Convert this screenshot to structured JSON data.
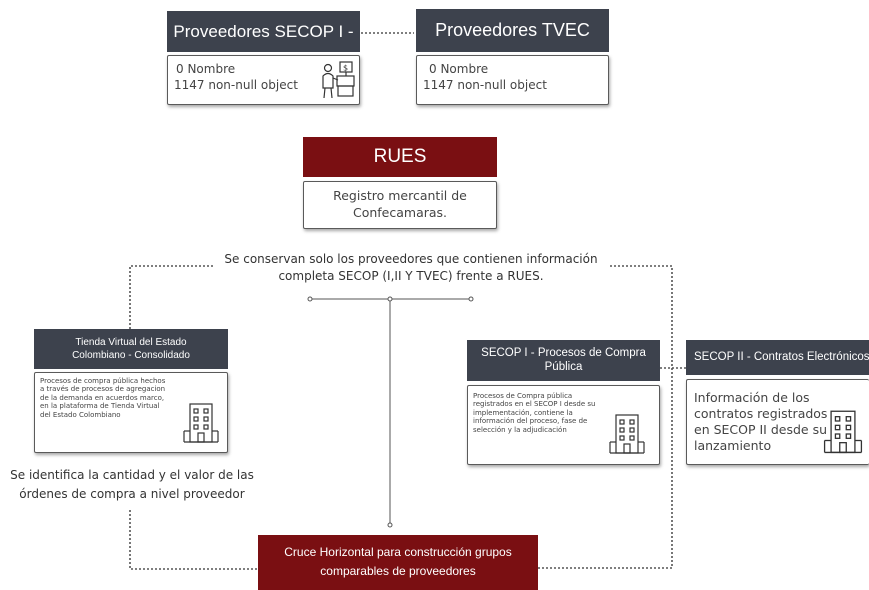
{
  "nodes": {
    "secop_providers": {
      "title": "Proveedores SECOP I - II",
      "line1": "0   Nombre",
      "line2": "1147 non-null   object",
      "icon": "cashier-icon"
    },
    "tvec_providers": {
      "title": "Proveedores TVEC",
      "line1": "0   Nombre",
      "line2": "1147 non-null   object"
    },
    "rues": {
      "title": "RUES",
      "body": "Registro mercantil de Confecamaras."
    },
    "filter_note": "Se conservan solo los proveedores que contienen información completa SECOP (I,II Y TVEC) frente a RUES.",
    "tvec_consolidated": {
      "title": "Tienda Virtual del Estado Colombiano - Consolidado",
      "body": "Procesos de compra pública hechos a través de procesos de agregacion de la demanda en acuerdos marco, en la plataforma de Tienda Virtual del Estado Colombiano",
      "icon": "building-icon"
    },
    "orders_note": "Se identifica la cantidad y el valor de las órdenes de compra a nivel proveedor",
    "secop1": {
      "title": "SECOP I - Procesos de Compra Pública",
      "body": "Procesos de Compra pública registrados en el SECOP I desde su implementación, contiene la información del proceso, fase de selección y la adjudicación",
      "icon": "building-icon"
    },
    "secop2": {
      "title": "SECOP II - Contratos Electrónicos",
      "body": "Información de los contratos registrados en SECOP II desde su lanzamiento",
      "icon": "building-icon"
    },
    "cross": {
      "title": "Cruce Horizontal para construcción grupos comparables de proveedores"
    }
  },
  "colors": {
    "header_dark": "#3d424d",
    "header_red": "#7a0f12",
    "connector": "#555555"
  }
}
